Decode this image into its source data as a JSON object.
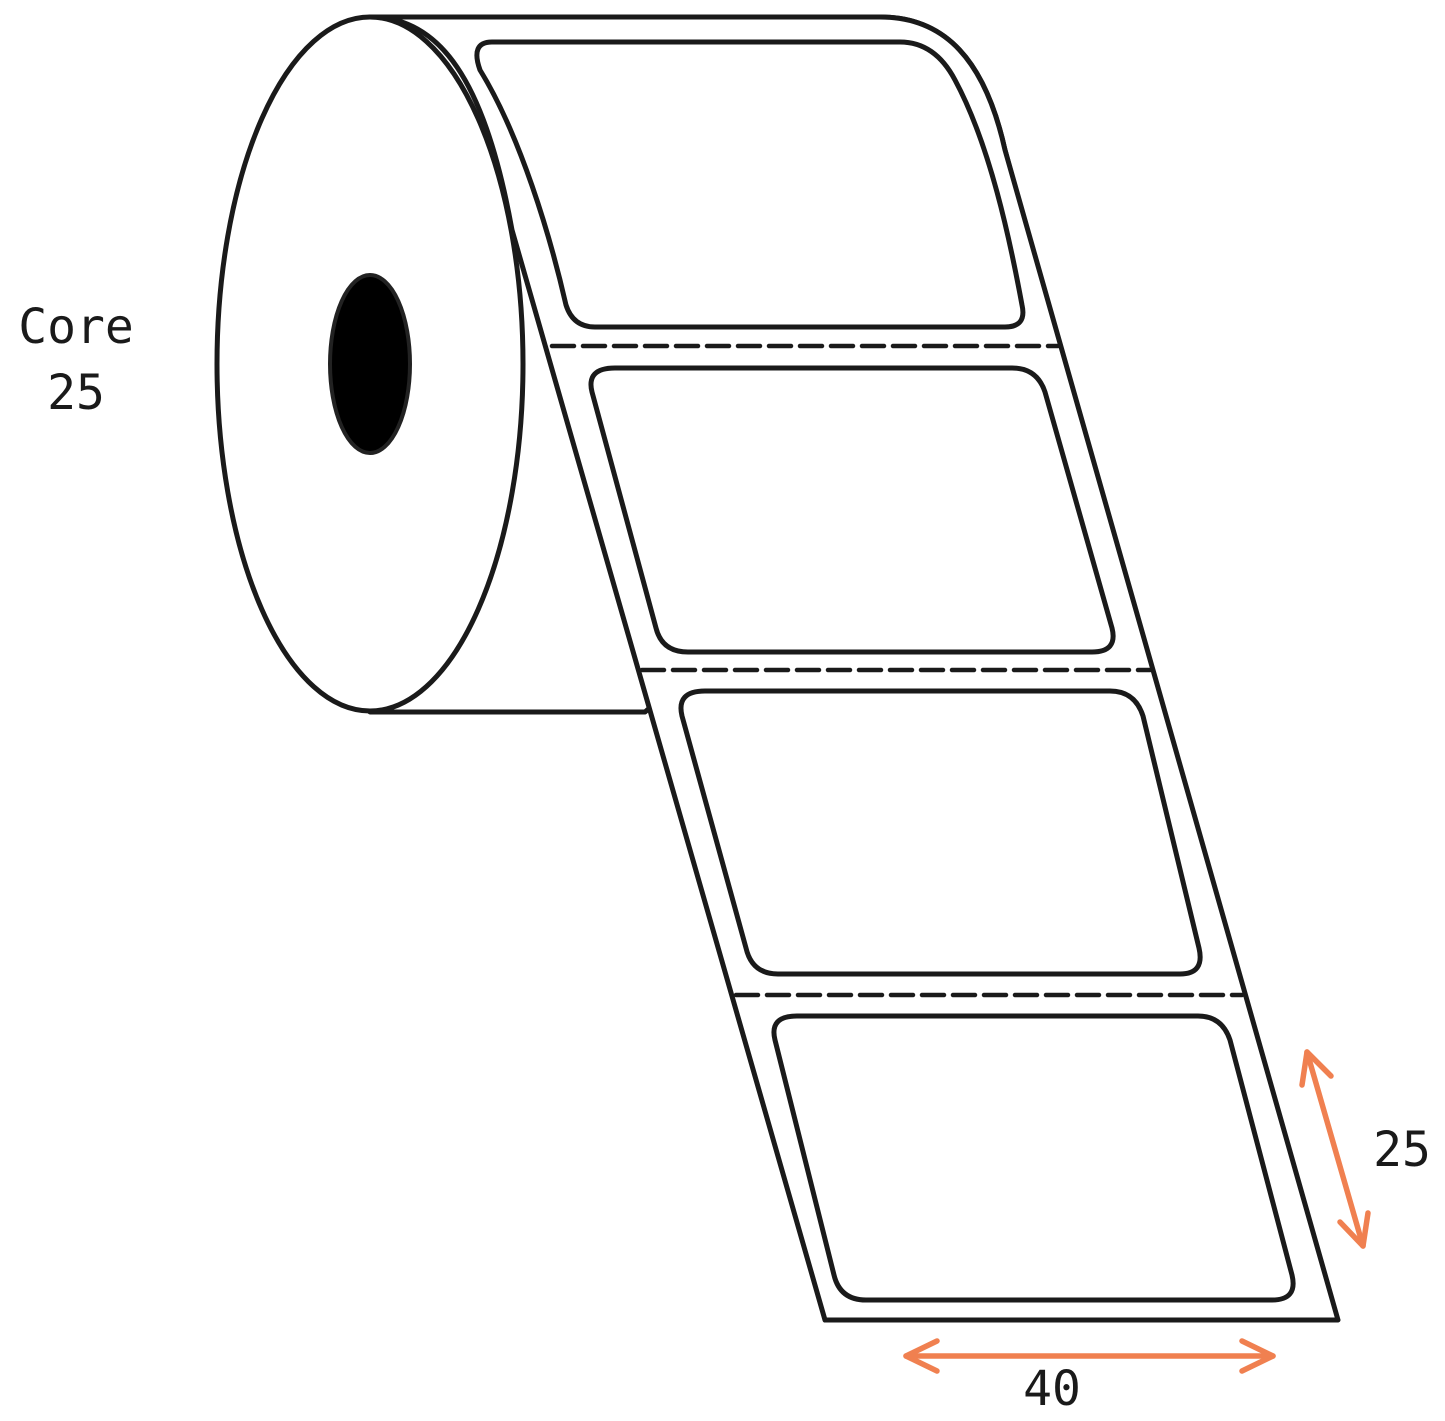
{
  "core_label": {
    "line1": "Core",
    "line2": "25"
  },
  "dimensions": {
    "label_height": "25",
    "label_width": "40"
  },
  "colors": {
    "outline": "#1a1a1a",
    "dimension_arrow": "#f08050",
    "core_hole": "#000000",
    "background": "#ffffff"
  }
}
